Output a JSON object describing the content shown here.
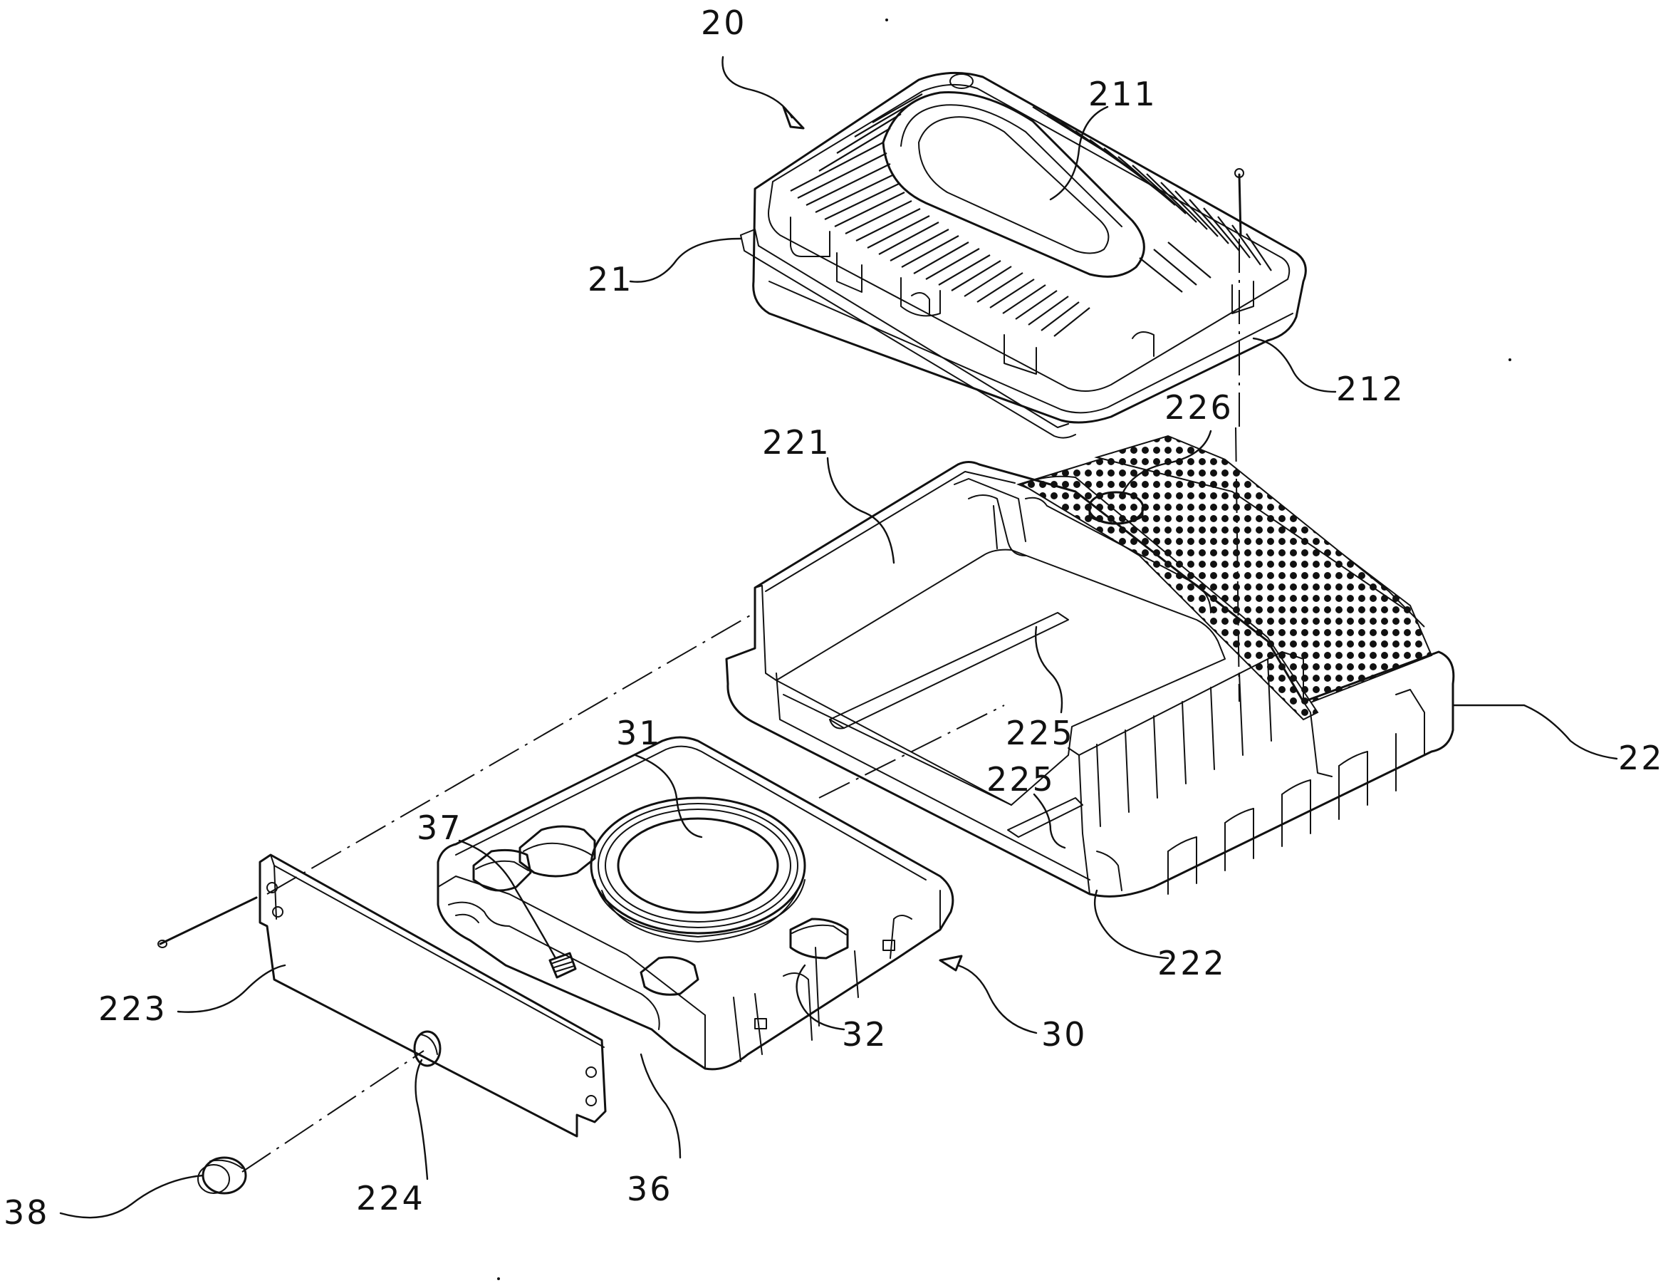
{
  "labels": {
    "l20": "20",
    "l211": "211",
    "l21": "21",
    "l212": "212",
    "l226": "226",
    "l221": "221",
    "l225a": "225",
    "l225b": "225",
    "l22": "22",
    "l31": "31",
    "l37": "37",
    "l222": "222",
    "l223": "223",
    "l32": "32",
    "l30": "30",
    "l36": "36",
    "l224": "224",
    "l38": "38"
  }
}
